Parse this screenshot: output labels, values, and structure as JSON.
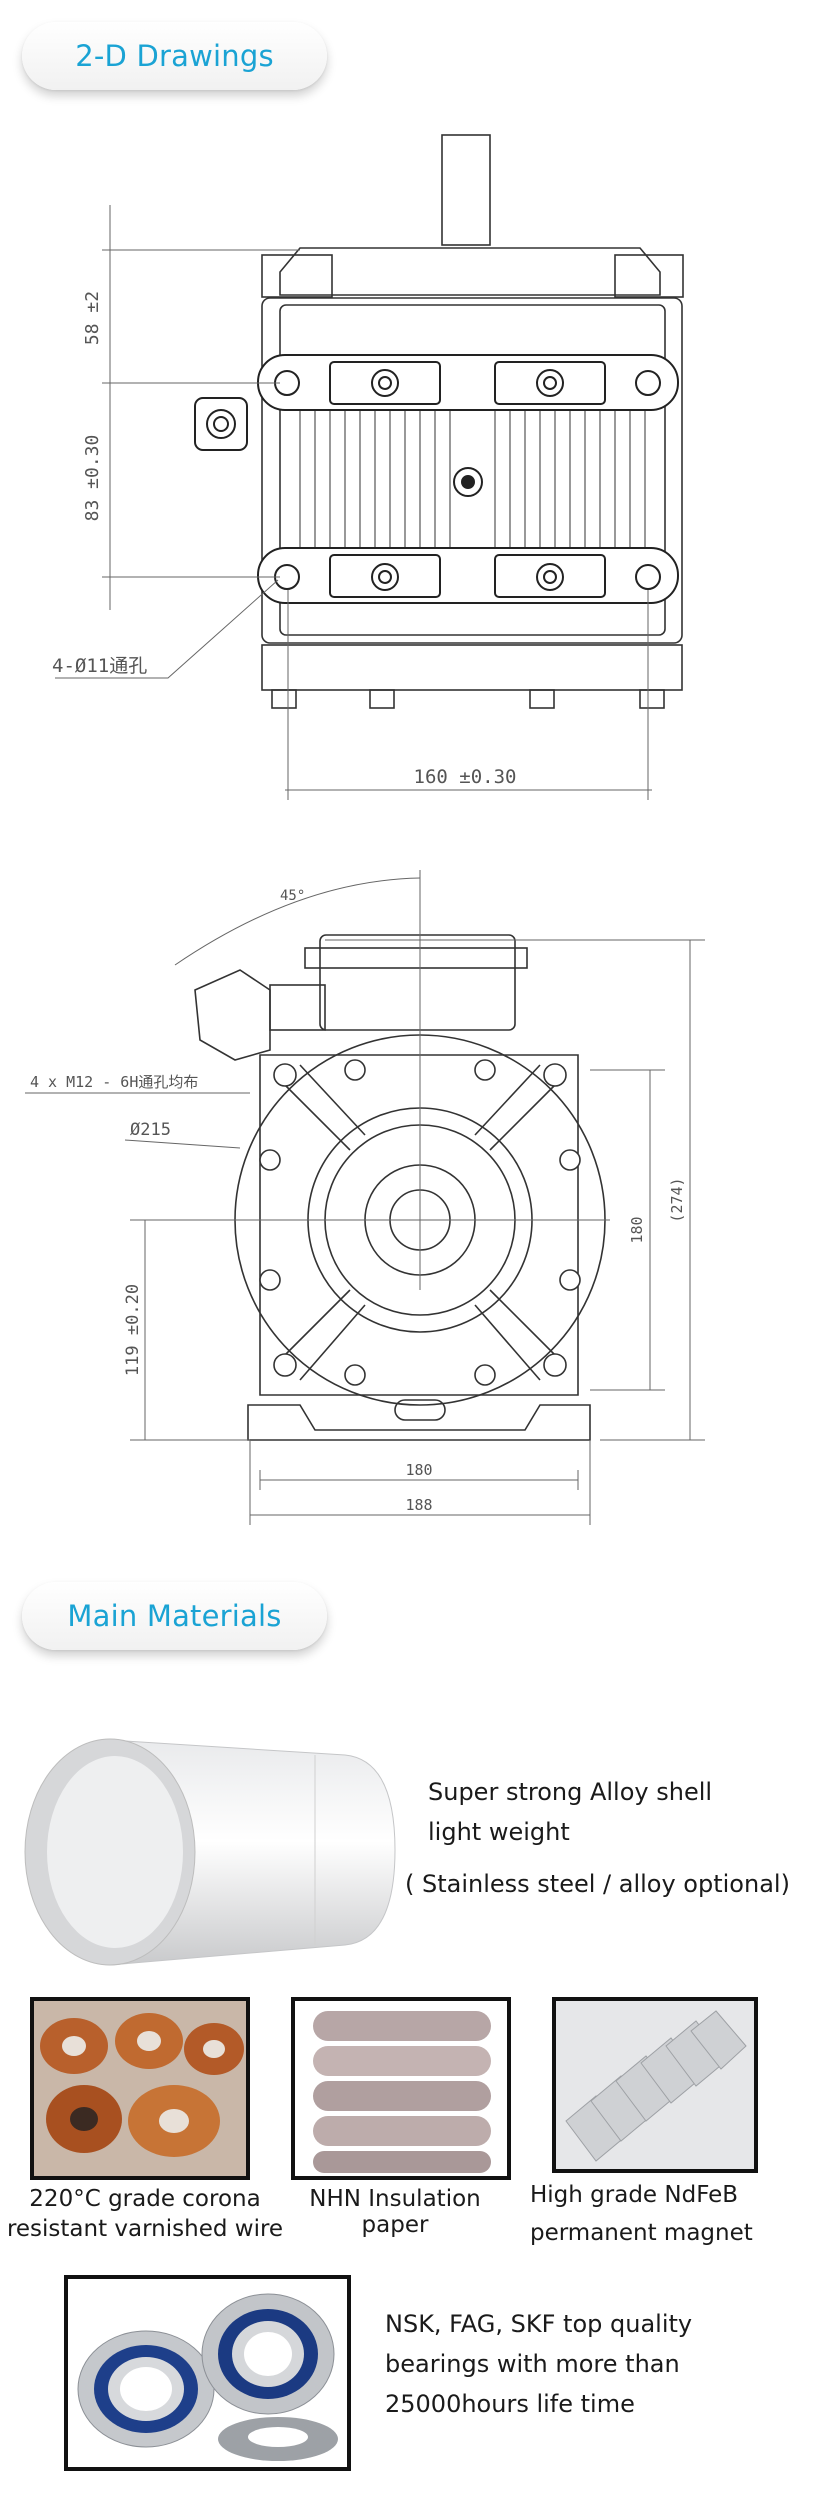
{
  "section_drawings": {
    "title": "2-D Drawings"
  },
  "drawing_top": {
    "dim_58": "58 ±2",
    "dim_83": "83 ±0.30",
    "dim_holes": "4-Ø11通孔",
    "dim_160": "160 ±0.30"
  },
  "drawing_front": {
    "angle": "45°",
    "thread": "4 x  M12 - 6H通孔均布",
    "diameter": "Ø215",
    "dim_119": "119 ±0.20",
    "dim_180_v": "180",
    "dim_274": "(274)",
    "dim_180_h": "180",
    "dim_188": "188"
  },
  "section_materials": {
    "title": "Main Materials"
  },
  "shell": {
    "line1": "Super strong Alloy shell",
    "line2": "light weight",
    "line3": "( Stainless steel / alloy optional)"
  },
  "wire": {
    "line1": "220°C grade corona",
    "line2": "resistant varnished wire"
  },
  "paper": {
    "line1": "NHN Insulation",
    "line2": "paper"
  },
  "magnet": {
    "line1": "High grade NdFeB",
    "line2": "permanent magnet"
  },
  "bearing": {
    "line1": "NSK, FAG, SKF top quality",
    "line2": "bearings with more than",
    "line3": "25000hours life time"
  }
}
